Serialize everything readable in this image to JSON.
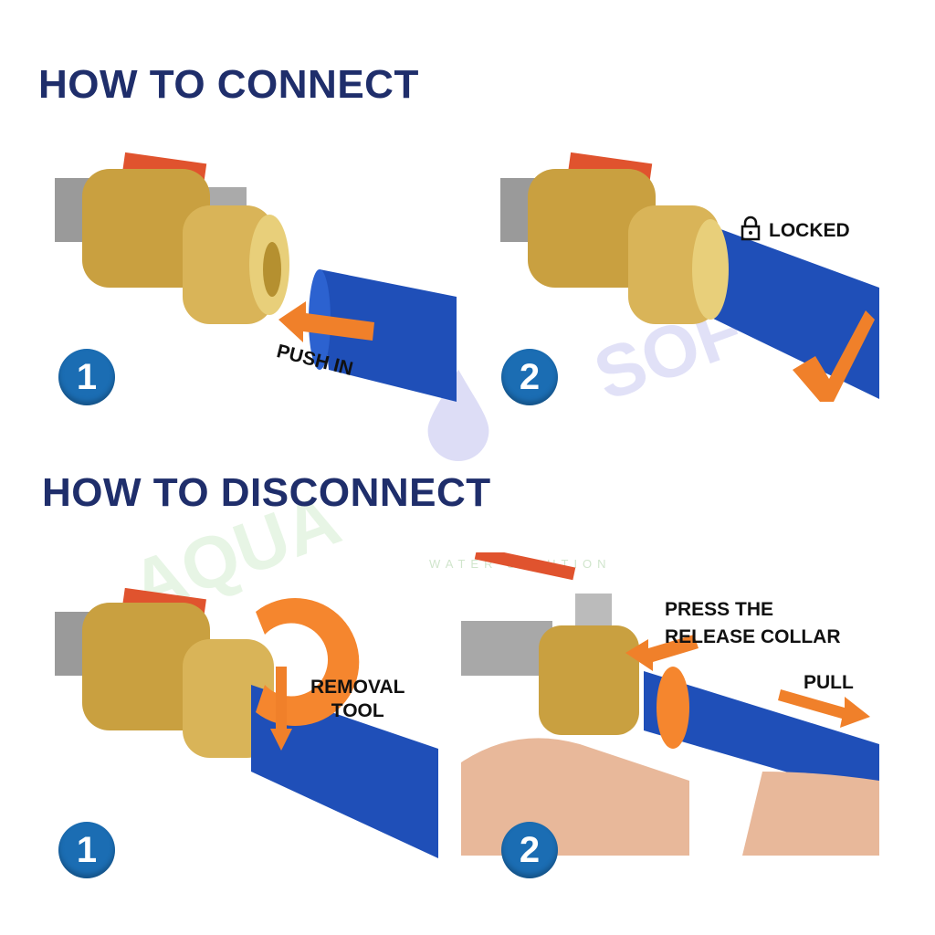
{
  "connect": {
    "title": "HOW TO CONNECT",
    "step1": {
      "number": "1",
      "label": "PUSH IN"
    },
    "step2": {
      "number": "2",
      "label": "LOCKED",
      "icon": "lock-icon"
    }
  },
  "disconnect": {
    "title": "HOW TO DISCONNECT",
    "step1": {
      "number": "1",
      "label_line1": "REMOVAL",
      "label_line2": "TOOL"
    },
    "step2": {
      "number": "2",
      "label_line1": "PRESS THE",
      "label_line2": "RELEASE COLLAR",
      "label_pull": "PULL"
    }
  },
  "watermark": {
    "left": "AQUA",
    "right": "SOF",
    "tagline": "WATER SOLUTION"
  },
  "colors": {
    "title": "#1f2e6b",
    "badge": "#1b6db3",
    "arrow": "#f0802a",
    "pipe": "#1f4fb8",
    "brass": "#c9a040"
  }
}
